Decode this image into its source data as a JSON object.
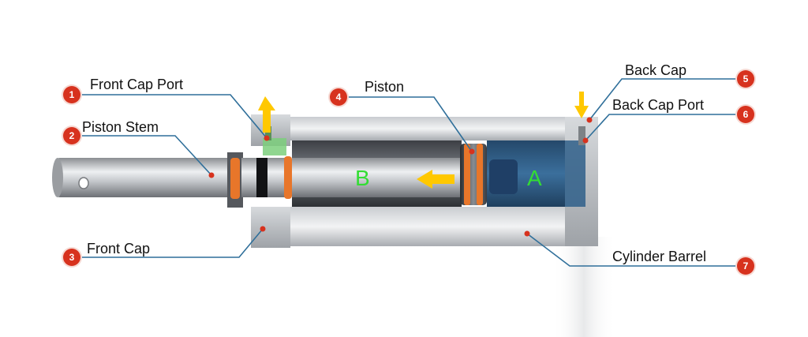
{
  "colors": {
    "badge": "#d7321e",
    "chamber_letter": "#33dd33",
    "arrow": "#ffc800",
    "seal": "#e8762a",
    "chamber_a": "#2e5f8c",
    "leader_line": "#2f6f9a"
  },
  "chambers": {
    "a": "A",
    "b": "B"
  },
  "callouts": [
    {
      "number": "1",
      "label": "Front Cap Port"
    },
    {
      "number": "2",
      "label": "Piston Stem"
    },
    {
      "number": "3",
      "label": "Front Cap"
    },
    {
      "number": "4",
      "label": "Piston"
    },
    {
      "number": "5",
      "label": "Back Cap"
    },
    {
      "number": "6",
      "label": "Back Cap Port"
    },
    {
      "number": "7",
      "label": "Cylinder Barrel"
    }
  ]
}
